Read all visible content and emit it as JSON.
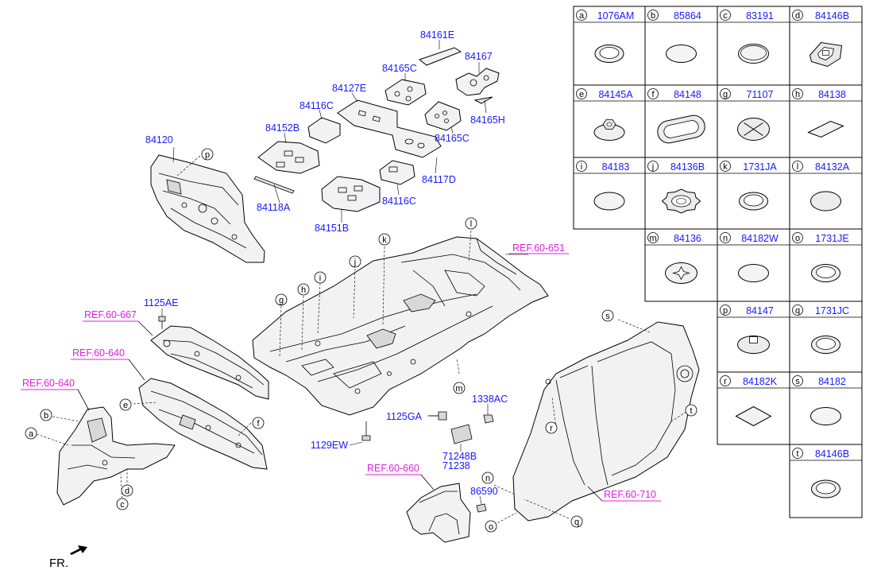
{
  "direction_label": "FR.",
  "parts_table": [
    {
      "letter": "a",
      "code": "1076AM",
      "icon": "grommet-ring-icon"
    },
    {
      "letter": "b",
      "code": "85864",
      "icon": "round-pad-icon"
    },
    {
      "letter": "c",
      "code": "83191",
      "icon": "round-plug-icon"
    },
    {
      "letter": "d",
      "code": "84146B",
      "icon": "square-grommet-icon"
    },
    {
      "letter": "e",
      "code": "84145A",
      "icon": "nut-clip-icon"
    },
    {
      "letter": "f",
      "code": "84148",
      "icon": "oval-grommet-icon"
    },
    {
      "letter": "g",
      "code": "71107",
      "icon": "cross-plug-icon"
    },
    {
      "letter": "h",
      "code": "84138",
      "icon": "rect-pad-icon"
    },
    {
      "letter": "i",
      "code": "84183",
      "icon": "round-pad-icon"
    },
    {
      "letter": "j",
      "code": "84136B",
      "icon": "gear-plug-icon"
    },
    {
      "letter": "k",
      "code": "1731JA",
      "icon": "grommet-ring-icon"
    },
    {
      "letter": "l",
      "code": "84132A",
      "icon": "dome-plug-icon"
    },
    {
      "letter": "m",
      "code": "84136",
      "icon": "star-plug-icon"
    },
    {
      "letter": "n",
      "code": "84182W",
      "icon": "round-pad-icon"
    },
    {
      "letter": "o",
      "code": "1731JE",
      "icon": "grommet-ring-icon"
    },
    {
      "letter": "p",
      "code": "84147",
      "icon": "tab-plug-icon"
    },
    {
      "letter": "q",
      "code": "1731JC",
      "icon": "grommet-ring-icon"
    },
    {
      "letter": "r",
      "code": "84182K",
      "icon": "diamond-pad-icon"
    },
    {
      "letter": "s",
      "code": "84182",
      "icon": "round-pad-icon"
    },
    {
      "letter": "t",
      "code": "84146B",
      "icon": "grommet-ring-icon"
    }
  ],
  "part_labels": {
    "p84161E": "84161E",
    "p84167": "84167",
    "p84165C_a": "84165C",
    "p84127E": "84127E",
    "p84116C_a": "84116C",
    "p84165H": "84165H",
    "p84152B": "84152B",
    "p84165C_b": "84165C",
    "p84120": "84120",
    "p84117D": "84117D",
    "p84118A": "84118A",
    "p84116C_b": "84116C",
    "p84151B": "84151B",
    "p1125AE": "1125AE",
    "p1338AC": "1338AC",
    "p1125GA": "1125GA",
    "p1129EW": "1129EW",
    "p71248B": "71248B",
    "p71238": "71238",
    "p86590": "86590"
  },
  "ref_labels": {
    "r651": "REF.60-651",
    "r667": "REF.60-667",
    "r640a": "REF.60-640",
    "r640b": "REF.60-640",
    "r660": "REF.60-660",
    "r710": "REF.60-710"
  },
  "callouts": {
    "p": "p",
    "l": "l",
    "k": "k",
    "j": "j",
    "i": "i",
    "h": "h",
    "g": "g",
    "m": "m",
    "s": "s",
    "t": "t",
    "r": "r",
    "n": "n",
    "q": "q",
    "o": "o",
    "e": "e",
    "f": "f",
    "b": "b",
    "a": "a",
    "d": "d",
    "c": "c"
  }
}
